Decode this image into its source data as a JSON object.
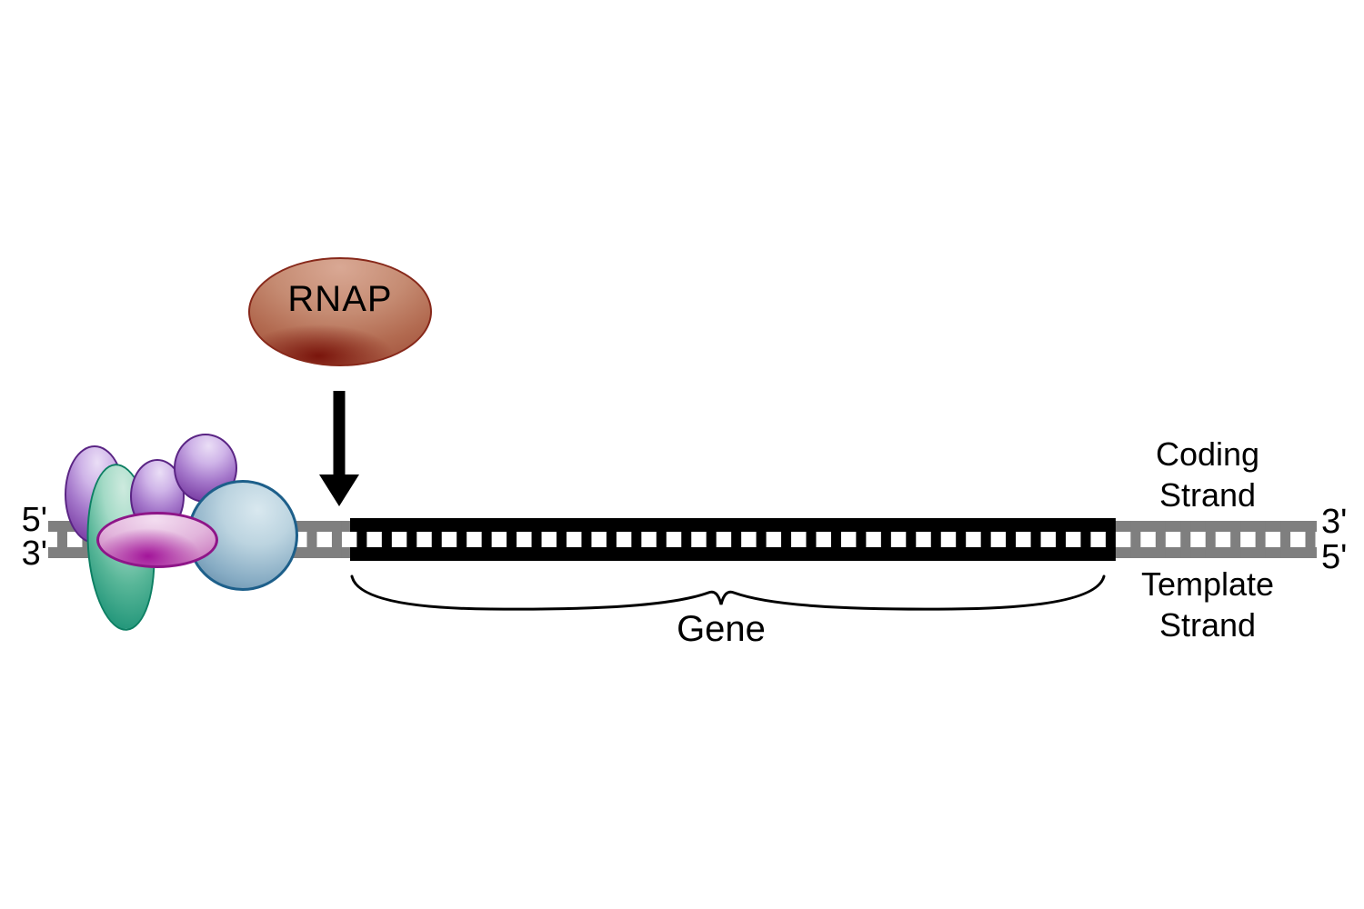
{
  "figure": {
    "description": "Transcription initiation diagram: RNA polymerase recruited to a gene on double-stranded DNA with general transcription factors bound at the promoter"
  },
  "rnap": {
    "label": "RNAP"
  },
  "dna": {
    "left_end_top_label": "5'",
    "left_end_bottom_label": "3'",
    "right_end_top_label": "3'",
    "right_end_bottom_label": "5'",
    "coding_strand_label_line1": "Coding",
    "coding_strand_label_line2": "Strand",
    "template_strand_label_line1": "Template",
    "template_strand_label_line2": "Strand",
    "gene_label": "Gene"
  },
  "colors": {
    "dna_gray": "#7f7f7f",
    "dna_gene_black": "#000000",
    "arrow_black": "#000000",
    "brace_black": "#000000",
    "rnap_light": "#d9a894",
    "rnap_dark": "#9d4a36",
    "rnap_spot": "#7a150c",
    "rnap_border": "#87281a",
    "purple_dark": "#7b3fa5",
    "purple_border": "#5a2484",
    "teal_dark": "#1f9478",
    "teal_border": "#0d7f63",
    "blue_dark": "#557e9e",
    "blue_border": "#1d5f8a",
    "magenta_dark": "#a3159a",
    "magenta_border": "#8e1588"
  }
}
